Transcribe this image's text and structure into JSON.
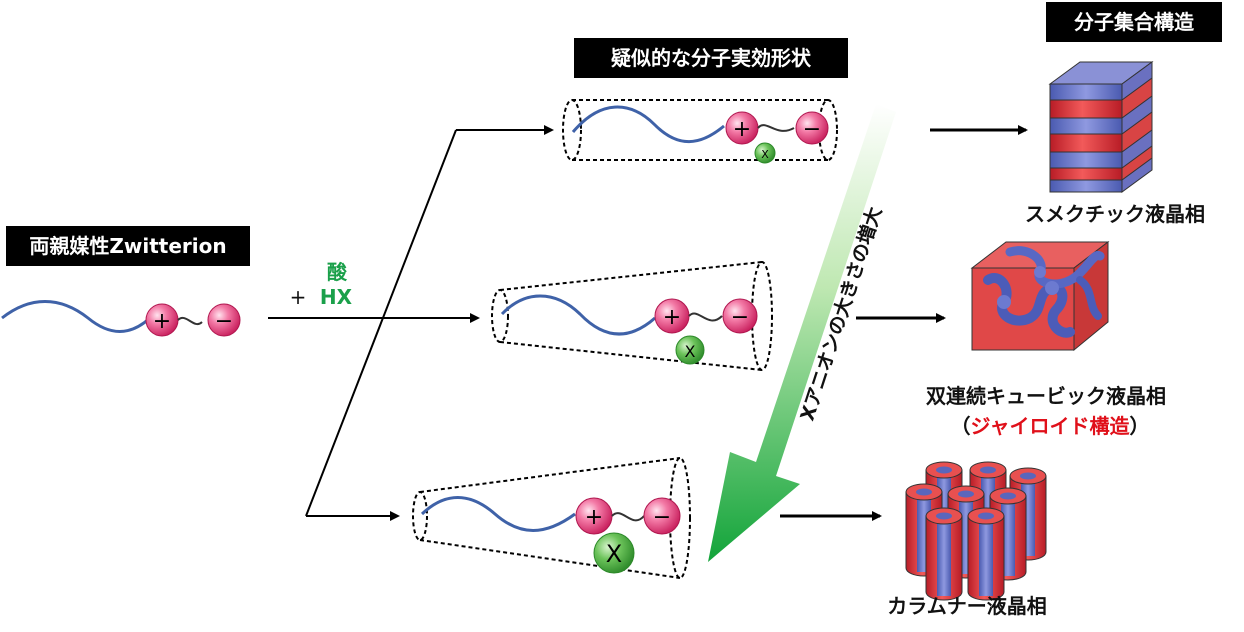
{
  "labels": {
    "amphiphilic_zwitterion": "両親媒性Zwitterion",
    "effective_shape": "疑似的な分子実効形状",
    "assembly_structure": "分子集合構造",
    "acid": "酸",
    "plus_sign": "+",
    "hx": "HX",
    "anion_size_increase": "Xアニオンの大きさの増大",
    "smectic": "スメクチック液晶相",
    "bicontinuous_cubic": "双連続キュービック液晶相",
    "gyroid_open": "（",
    "gyroid": "ジャイロイド構造",
    "gyroid_close": "）",
    "columnar": "カラムナー液晶相"
  },
  "symbols": {
    "cation": "+",
    "anion": "−",
    "counter_anion": "X"
  },
  "colors": {
    "chain": "#3f62a8",
    "charge_pink": "#e0407a",
    "anion_green": "#3aa63a",
    "gradient_arrow": "#22b14c",
    "phase_red": "#e03a3a",
    "phase_blue": "#6a78c8",
    "label_box": "#000000",
    "gyroid_text": "#e0101a",
    "acid_text": "#1aa04a"
  }
}
